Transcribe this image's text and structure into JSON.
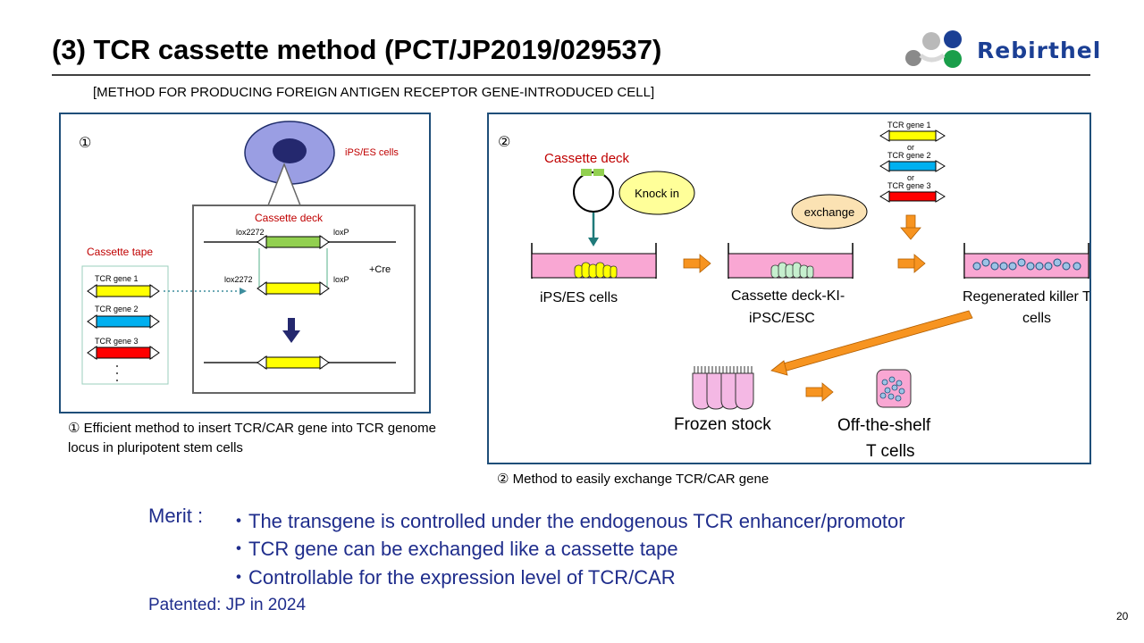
{
  "title": "(3) TCR cassette method (PCT/JP2019/029537)",
  "subtitle": "[METHOD FOR PRODUCING FOREIGN ANTIGEN RECEPTOR GENE-INTRODUCED CELL]",
  "logo": {
    "text": "Rebirthel"
  },
  "panel1": {
    "number": "①",
    "cell_label": "iPS/ES cells",
    "deck_label": "Cassette deck",
    "lox_left_top": "lox2272",
    "lox_right_top": "loxP",
    "lox_left_bottom": "lox2272",
    "lox_right_bottom": "loxP",
    "cre": "+Cre",
    "tape_label": "Cassette tape",
    "genes": [
      "TCR gene 1",
      "TCR gene 2",
      "TCR gene 3"
    ],
    "caption": "① Efficient method to insert TCR/CAR gene into TCR genome locus in pluripotent stem cells"
  },
  "panel2": {
    "number": "②",
    "deck_label": "Cassette deck",
    "knock_in": "Knock in",
    "exchange": "exchange",
    "genes": [
      "TCR gene 1",
      "TCR gene 2",
      "TCR gene 3"
    ],
    "or": "or",
    "stage1": "iPS/ES cells",
    "stage2_line1": "Cassette deck-KI-",
    "stage2_line2": "iPSC/ESC",
    "stage3_line1": "Regenerated  killer T",
    "stage3_line2": "cells",
    "frozen": "Frozen stock",
    "offshelf_line1": "Off-the-shelf",
    "offshelf_line2": "T cells",
    "caption": "② Method to easily exchange TCR/CAR gene"
  },
  "merit": {
    "label": "Merit :",
    "items": [
      "・The transgene is controlled under the endogenous TCR enhancer/promotor",
      "・TCR gene can be exchanged like a cassette tape",
      "・Controllable for the expression level of TCR/CAR"
    ]
  },
  "patented": "Patented:  JP in 2024",
  "page_number": "20",
  "colors": {
    "title_rule": "#404040",
    "panel_border": "#1f4e79",
    "merit_text": "#1f2d8c",
    "red_label": "#c00000",
    "gene1": "#ffff00",
    "gene2": "#00b0f0",
    "gene3": "#ff0000",
    "deck_green": "#92d050",
    "arrow_orange": "#f79420",
    "dish_pink": "#f9a7d3"
  }
}
